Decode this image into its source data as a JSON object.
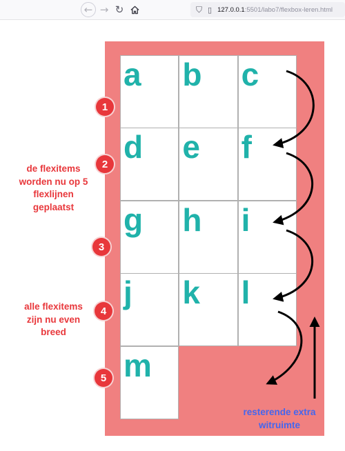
{
  "browser": {
    "url_host": "127.0.0.1",
    "url_path": ":5501/labo7/flexbox-leren.html"
  },
  "icons": {
    "back": "arrow-left-icon",
    "forward": "arrow-right-icon",
    "reload": "reload-icon",
    "home": "home-icon",
    "shield": "shield-icon",
    "page": "page-icon"
  },
  "colors": {
    "container": "#f08080",
    "item_text": "#20b2aa",
    "badge": "#e8373b",
    "note_red": "#e8373b",
    "note_blue": "#4466ee"
  },
  "items": [
    "a",
    "b",
    "c",
    "d",
    "e",
    "f",
    "g",
    "h",
    "i",
    "j",
    "k",
    "l",
    "m"
  ],
  "badges": [
    "1",
    "2",
    "3",
    "4",
    "5"
  ],
  "notes": {
    "lines_line1": "de flexitems",
    "lines_line2": "worden nu op 5",
    "lines_line3": "flexlijnen",
    "lines_line4": "geplaatst",
    "width_line1": "alle flexitems",
    "width_line2": "zijn nu even",
    "width_line3": "breed",
    "space_line1": "resterende extra",
    "space_line2": "witruimte"
  }
}
